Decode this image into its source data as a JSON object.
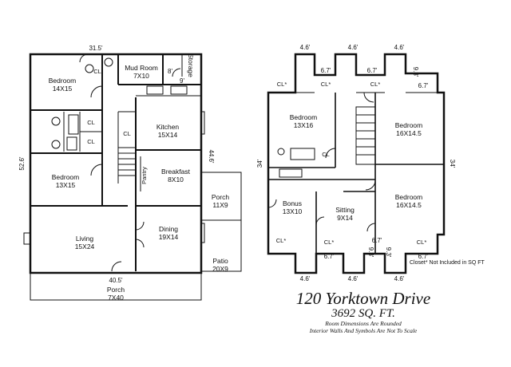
{
  "first_floor": {
    "rooms": {
      "bedroom": [
        "Bedroom",
        "14X15"
      ],
      "mud_room": [
        "Mud Room",
        "7X10"
      ],
      "storage": "Storage",
      "kitchen": [
        "Kitchen",
        "15X14"
      ],
      "bedroom2": [
        "Bedroom",
        "13X15"
      ],
      "breakfast": [
        "Breakfast",
        "8X10"
      ],
      "pantry": "Pantry",
      "porch_side": [
        "Porch",
        "11X9"
      ],
      "living": [
        "Living",
        "15X24"
      ],
      "dining": [
        "Dining",
        "19X14"
      ],
      "patio": [
        "Patio",
        "20X9"
      ],
      "porch_front": [
        "Porch",
        "7X40"
      ]
    },
    "closets": [
      "CL",
      "CL",
      "CL",
      "CL"
    ],
    "dims": {
      "top": "31.5'",
      "storage_h": "8'",
      "storage_w": "9'",
      "left": "52.6'",
      "right": "44.6'",
      "bottom": "40.5'"
    }
  },
  "second_floor": {
    "rooms": {
      "bed1": [
        "Bedroom",
        "13X16"
      ],
      "bed2": [
        "Bedroom",
        "16X14.5"
      ],
      "bed3": [
        "Bedroom",
        "16X14.5"
      ],
      "bonus": [
        "Bonus",
        "13X10"
      ],
      "sitting": [
        "Sitting",
        "9X14"
      ]
    },
    "closets": [
      "CL*",
      "CL*",
      "CL*",
      "CL",
      "CL*",
      "CL*",
      "CL*"
    ],
    "dims": {
      "top": [
        "4.6'",
        "4.6'",
        "4.6'"
      ],
      "top_inner": [
        "6.7'",
        "6.7'",
        "6.7'"
      ],
      "right_top_v": "9.3'",
      "left": "34'",
      "right": "34'",
      "bottom": [
        "4.6'",
        "4.6'",
        "4.6'"
      ],
      "bottom_inner": [
        "6.7'",
        "6.7'",
        "6.7'"
      ],
      "bottom_v": [
        "9.3'",
        "9.3'"
      ]
    },
    "note": "Closet* Not Included in SQ FT"
  },
  "title": {
    "address": "120 Yorktown Drive",
    "area": "3692 SQ. FT.",
    "note1": "Room Dimensions Are Rounded",
    "note2": "Interior Walls And Symbols Are Not To Scale"
  }
}
